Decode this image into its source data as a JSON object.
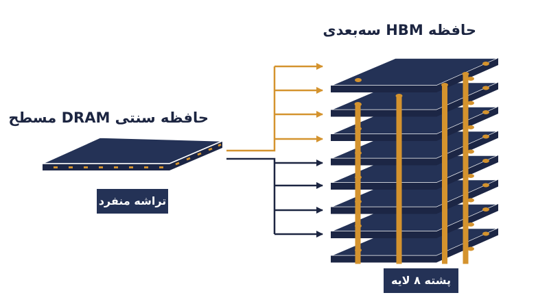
{
  "left": {
    "title": "حافظه سنتی DRAM مسطح",
    "badge": "تراشه منفرد"
  },
  "right": {
    "title": "حافظه HBM سه‌بعدی",
    "badge": "پشته ۸ لایه",
    "layer_count": 8
  },
  "colors": {
    "chip_top": "#243256",
    "chip_side": "#1c2645",
    "chip_edge": "#ffffff",
    "tsv_gold": "#d4932e",
    "arrow_gold": "#d4932e",
    "arrow_navy": "#1c2541",
    "text": "#1c2541"
  }
}
